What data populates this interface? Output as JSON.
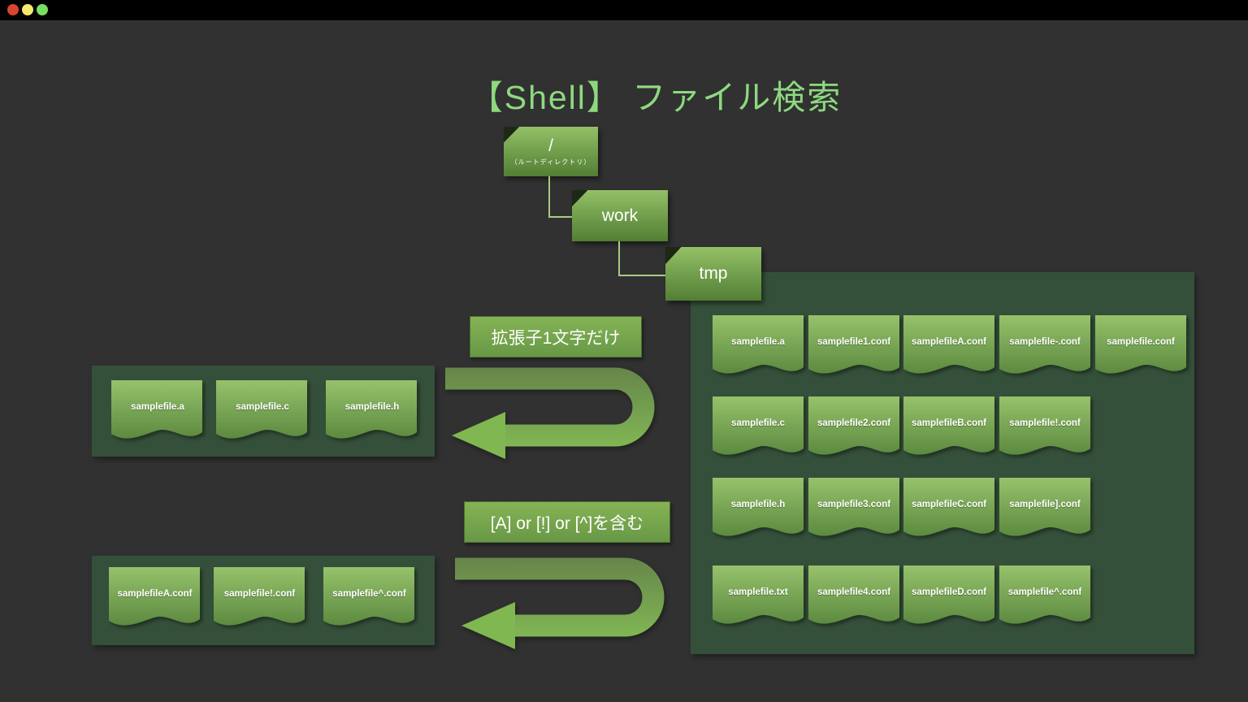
{
  "window": {
    "buttons": [
      {
        "name": "close",
        "color": "#d8452f"
      },
      {
        "name": "minimize",
        "color": "#f3e96d"
      },
      {
        "name": "zoom",
        "color": "#79df60"
      }
    ]
  },
  "title": "【Shell】 ファイル検索",
  "tree": {
    "root_label": "/",
    "root_sublabel": "（ルートディレクトリ）",
    "work_label": "work",
    "tmp_label": "tmp"
  },
  "tmp_panel": {
    "rows": [
      [
        "samplefile.a",
        "samplefile1.conf",
        "samplefileA.conf",
        "samplefile-.conf",
        "samplefile.conf"
      ],
      [
        "samplefile.c",
        "samplefile2.conf",
        "samplefileB.conf",
        "samplefile!.conf"
      ],
      [
        "samplefile.h",
        "samplefile3.conf",
        "samplefileC.conf",
        "samplefile].conf"
      ],
      [
        "samplefile.txt",
        "samplefile4.conf",
        "samplefileD.conf",
        "samplefile^.conf"
      ]
    ]
  },
  "filters": [
    {
      "label": "拡張子1文字だけ",
      "results": [
        "samplefile.a",
        "samplefile.c",
        "samplefile.h"
      ]
    },
    {
      "label": "[A] or [!] or [^]を含む",
      "results": [
        "samplefileA.conf",
        "samplefile!.conf",
        "samplefile^.conf"
      ]
    }
  ],
  "colors": {
    "background": "#313131",
    "titlebar": "#000000",
    "accent_green": "#8ed97f",
    "shape_gradient_top": "#96c26b",
    "shape_gradient_bottom": "#55833a",
    "panel_green": "#35503a",
    "connector": "#a9ca84",
    "arrow_dark": "#66854a",
    "arrow_light": "#84bd55"
  }
}
